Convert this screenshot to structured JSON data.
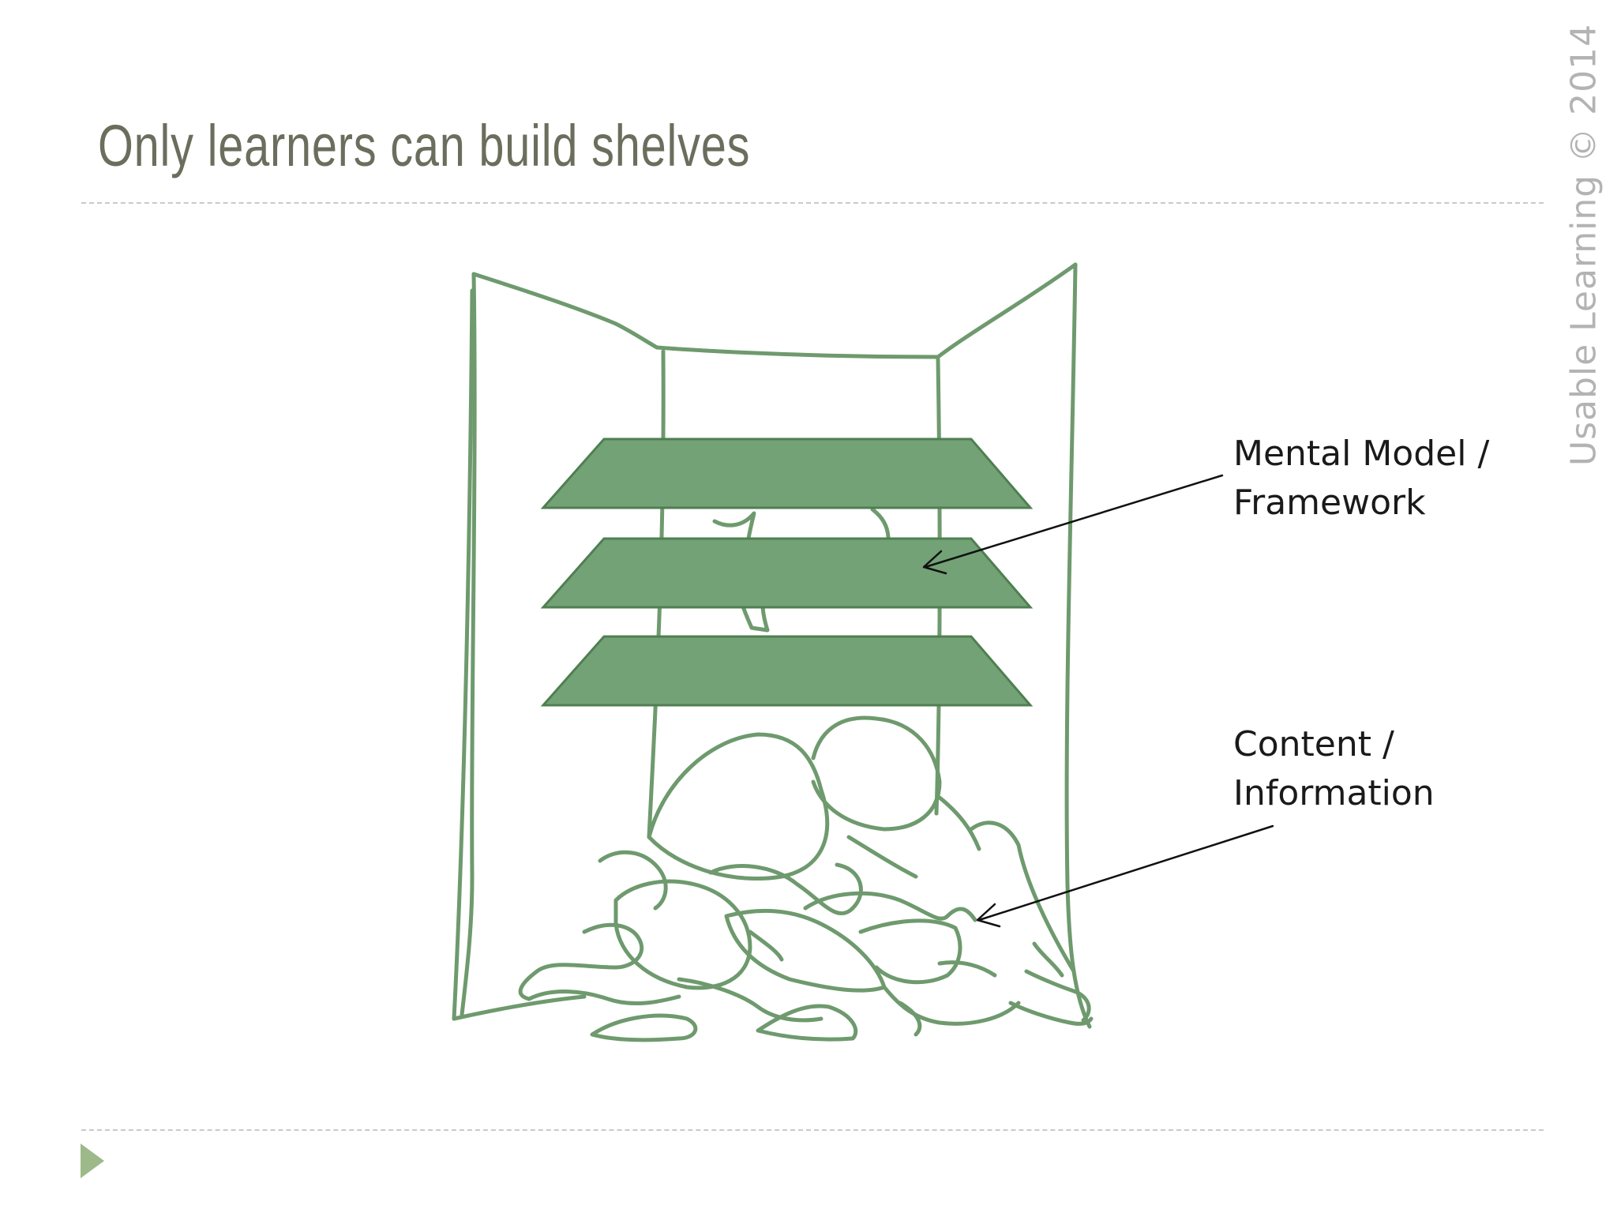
{
  "slide": {
    "title": "Only learners can build shelves",
    "copyright": "Usable Learning © 2014"
  },
  "labels": {
    "framework_line1": "Mental Model /",
    "framework_line2": "Framework",
    "content_line1": "Content /",
    "content_line2": "Information"
  },
  "colors": {
    "title": "#6b6e5c",
    "sketch": "#6e9a6e",
    "shelf": "#73a276",
    "copyright": "#b3b3b3",
    "play_icon": "#9db98a"
  },
  "icons": {
    "slide_marker": "play-triangle-icon"
  }
}
